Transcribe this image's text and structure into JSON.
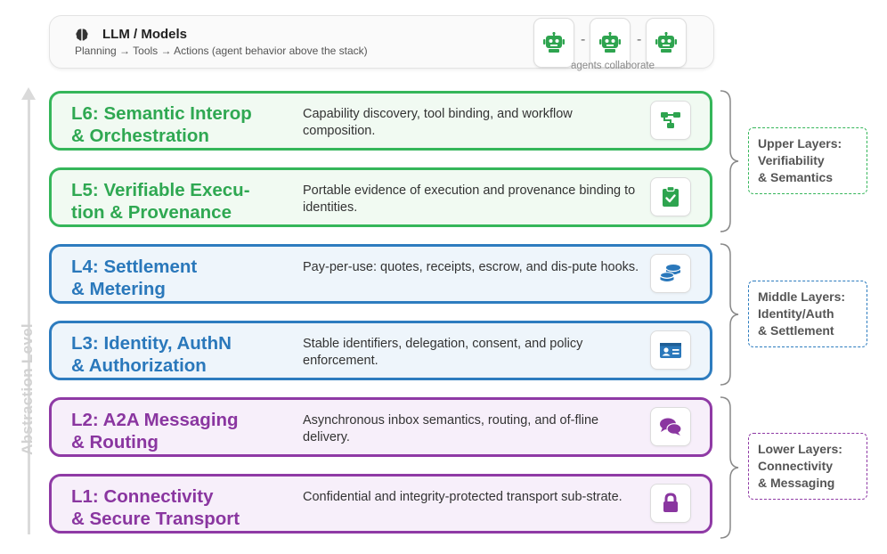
{
  "llm": {
    "title": "LLM / Models",
    "subtitle": "Planning → Tools → Actions (agent behavior above the stack)",
    "agents_caption": "agents collaborate",
    "icon": "brain-icon",
    "agent_icon": "robot-icon",
    "dash": "-"
  },
  "axis": {
    "label": "Abstraction Level"
  },
  "layers": [
    {
      "id": "L6",
      "title_line1": "L6:  Semantic Interop",
      "title_line2": "& Orchestration",
      "desc": "Capability discovery, tool binding, and workflow composition.",
      "icon": "sitemap-icon",
      "color": "#35b65a"
    },
    {
      "id": "L5",
      "title_line1": "L5:  Verifiable Execu-",
      "title_line2": "tion & Provenance",
      "desc": "Portable evidence of execution and provenance binding to identities.",
      "icon": "clipboard-check-icon",
      "color": "#35b65a"
    },
    {
      "id": "L4",
      "title_line1": "L4:  Settlement",
      "title_line2": "& Metering",
      "desc": "Pay-per-use: quotes, receipts, escrow, and dis-pute hooks.",
      "icon": "coins-icon",
      "color": "#2d7cbf"
    },
    {
      "id": "L3",
      "title_line1": "L3:  Identity, AuthN",
      "title_line2": "& Authorization",
      "desc": "Stable identifiers, delegation, consent, and policy enforcement.",
      "icon": "id-card-icon",
      "color": "#2d7cbf"
    },
    {
      "id": "L2",
      "title_line1": "L2:  A2A Messaging",
      "title_line2": "& Routing",
      "desc": "Asynchronous inbox semantics, routing, and of-fline delivery.",
      "icon": "comments-icon",
      "color": "#8f3aa5"
    },
    {
      "id": "L1",
      "title_line1": "L1:  Connectivity",
      "title_line2": "& Secure Transport",
      "desc": "Confidential and integrity-protected transport sub-strate.",
      "icon": "lock-icon",
      "color": "#8f3aa5"
    }
  ],
  "groups": [
    {
      "line1": "Upper Layers:",
      "line2": "Verifiability",
      "line3": "& Semantics",
      "color": "#35b65a"
    },
    {
      "line1": "Middle Layers:",
      "line2": "Identity/Auth",
      "line3": "& Settlement",
      "color": "#2d7cbf"
    },
    {
      "line1": "Lower Layers:",
      "line2": "Connectivity",
      "line3": "& Messaging",
      "color": "#8f3aa5"
    }
  ]
}
